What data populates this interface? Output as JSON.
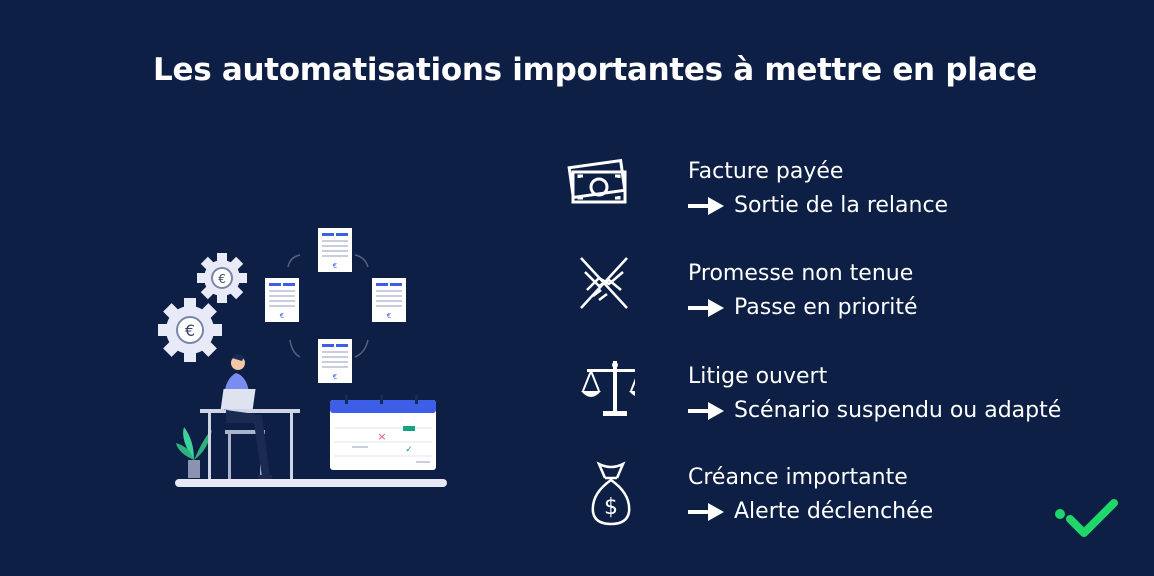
{
  "title": "Les automatisations importantes à mettre en place",
  "items": [
    {
      "icon": "cash-icon",
      "label": "Facture payée",
      "action": "Sortie de la relance"
    },
    {
      "icon": "broken-handshake-icon",
      "label": "Promesse non tenue",
      "action": "Passe en priorité"
    },
    {
      "icon": "scales-icon",
      "label": "Litige ouvert",
      "action": "Scénario suspendu ou adapté"
    },
    {
      "icon": "money-bag-icon",
      "label": "Créance importante",
      "action": "Alerte déclenchée"
    }
  ],
  "colors": {
    "background": "#0d1f45",
    "text": "#ffffff",
    "accent_blue": "#3d5ee6",
    "brand_green": "#1fd66b"
  }
}
